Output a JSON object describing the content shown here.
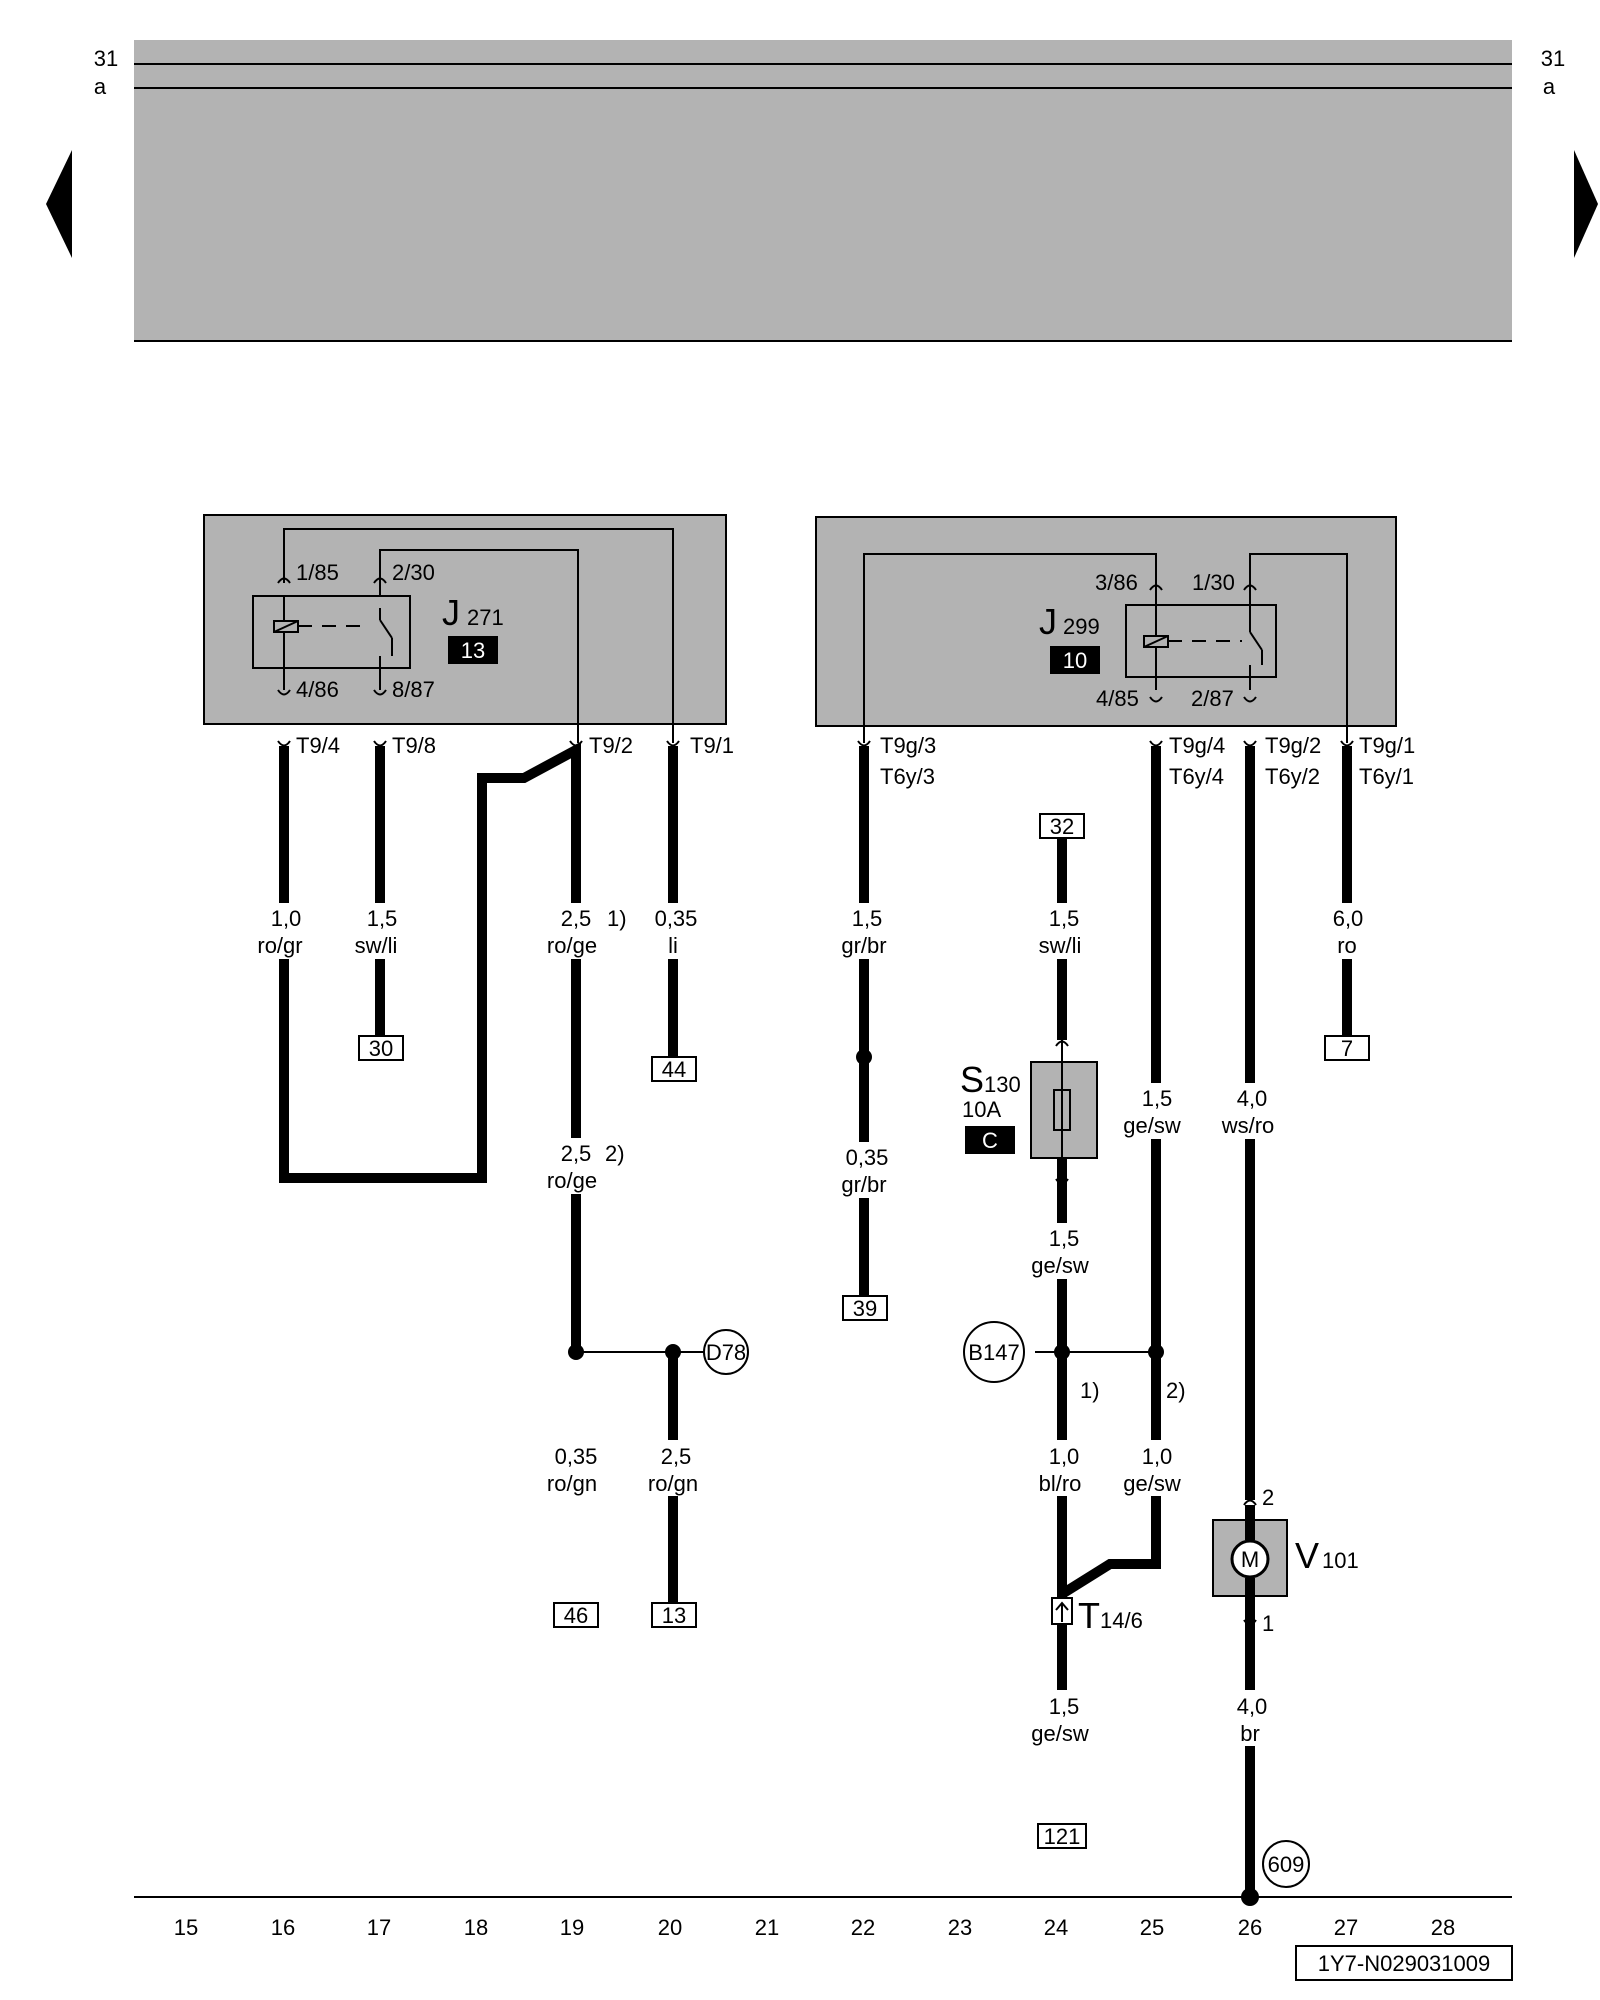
{
  "page": {
    "row_top_left": "31",
    "row_bottom_left": "a",
    "row_top_right": "31",
    "row_bottom_right": "a",
    "doc_code": "1Y7-N029031009",
    "columns": [
      "15",
      "16",
      "17",
      "18",
      "19",
      "20",
      "21",
      "22",
      "23",
      "24",
      "25",
      "26",
      "27",
      "28"
    ]
  },
  "j271": {
    "letter": "J",
    "number": "271",
    "badge": "13",
    "pin_1": "1/85",
    "pin_2": "2/30",
    "pin_4": "4/86",
    "pin_8": "8/87",
    "conn_4": "T9/4",
    "conn_8": "T9/8",
    "conn_2": "T9/2",
    "conn_1": "T9/1"
  },
  "j299": {
    "letter": "J",
    "number": "299",
    "badge": "10",
    "pin_3": "3/86",
    "pin_1": "1/30",
    "pin_4": "4/85",
    "pin_2": "2/87",
    "conn_3a": "T9g/3",
    "conn_3b": "T6y/3",
    "conn_4a": "T9g/4",
    "conn_4b": "T6y/4",
    "conn_2a": "T9g/2",
    "conn_2b": "T6y/2",
    "conn_1a": "T9g/1",
    "conn_1b": "T6y/1"
  },
  "wires": {
    "w16_size": "1,0",
    "w16_color": "ro/gr",
    "w17_size": "1,5",
    "w17_color": "sw/li",
    "w19a_size": "2,5",
    "w19a_color": "ro/ge",
    "w19a_note": "1)",
    "w19b_size": "2,5",
    "w19b_color": "ro/ge",
    "w19b_note": "2)",
    "w19c_size": "0,35",
    "w19c_color": "ro/gn",
    "w20a_size": "0,35",
    "w20a_color": "li",
    "w20b_size": "2,5",
    "w20b_color": "ro/gn",
    "w22a_size": "1,5",
    "w22a_color": "gr/br",
    "w22b_size": "0,35",
    "w22b_color": "gr/br",
    "w24a_size": "1,5",
    "w24a_color": "sw/li",
    "w24b_size": "1,5",
    "w24b_color": "ge/sw",
    "w24c_size": "1,0",
    "w24c_color": "bl/ro",
    "w24c_note": "1)",
    "w24d_size": "1,5",
    "w24d_color": "ge/sw",
    "w25a_size": "1,5",
    "w25a_color": "ge/sw",
    "w25b_size": "1,0",
    "w25b_color": "ge/sw",
    "w25b_note": "2)",
    "w26a_size": "4,0",
    "w26a_color": "ws/ro",
    "w26b_size": "4,0",
    "w26b_color": "br",
    "w27_size": "6,0",
    "w27_color": "ro"
  },
  "terminals": {
    "t17": "30",
    "t20a": "44",
    "t19": "46",
    "t20b": "13",
    "t22": "39",
    "t24top": "32",
    "t24bot": "121",
    "t27": "7"
  },
  "nodes": {
    "d78": "D78",
    "b147": "B147",
    "g609": "609"
  },
  "fuse": {
    "letter": "S",
    "number": "130",
    "rating": "10A",
    "badge": "C"
  },
  "connector_t14": {
    "letter": "T",
    "number": "14/6"
  },
  "motor": {
    "letter": "V",
    "number": "101",
    "symbol": "M",
    "pin_top": "2",
    "pin_bottom": "1"
  }
}
